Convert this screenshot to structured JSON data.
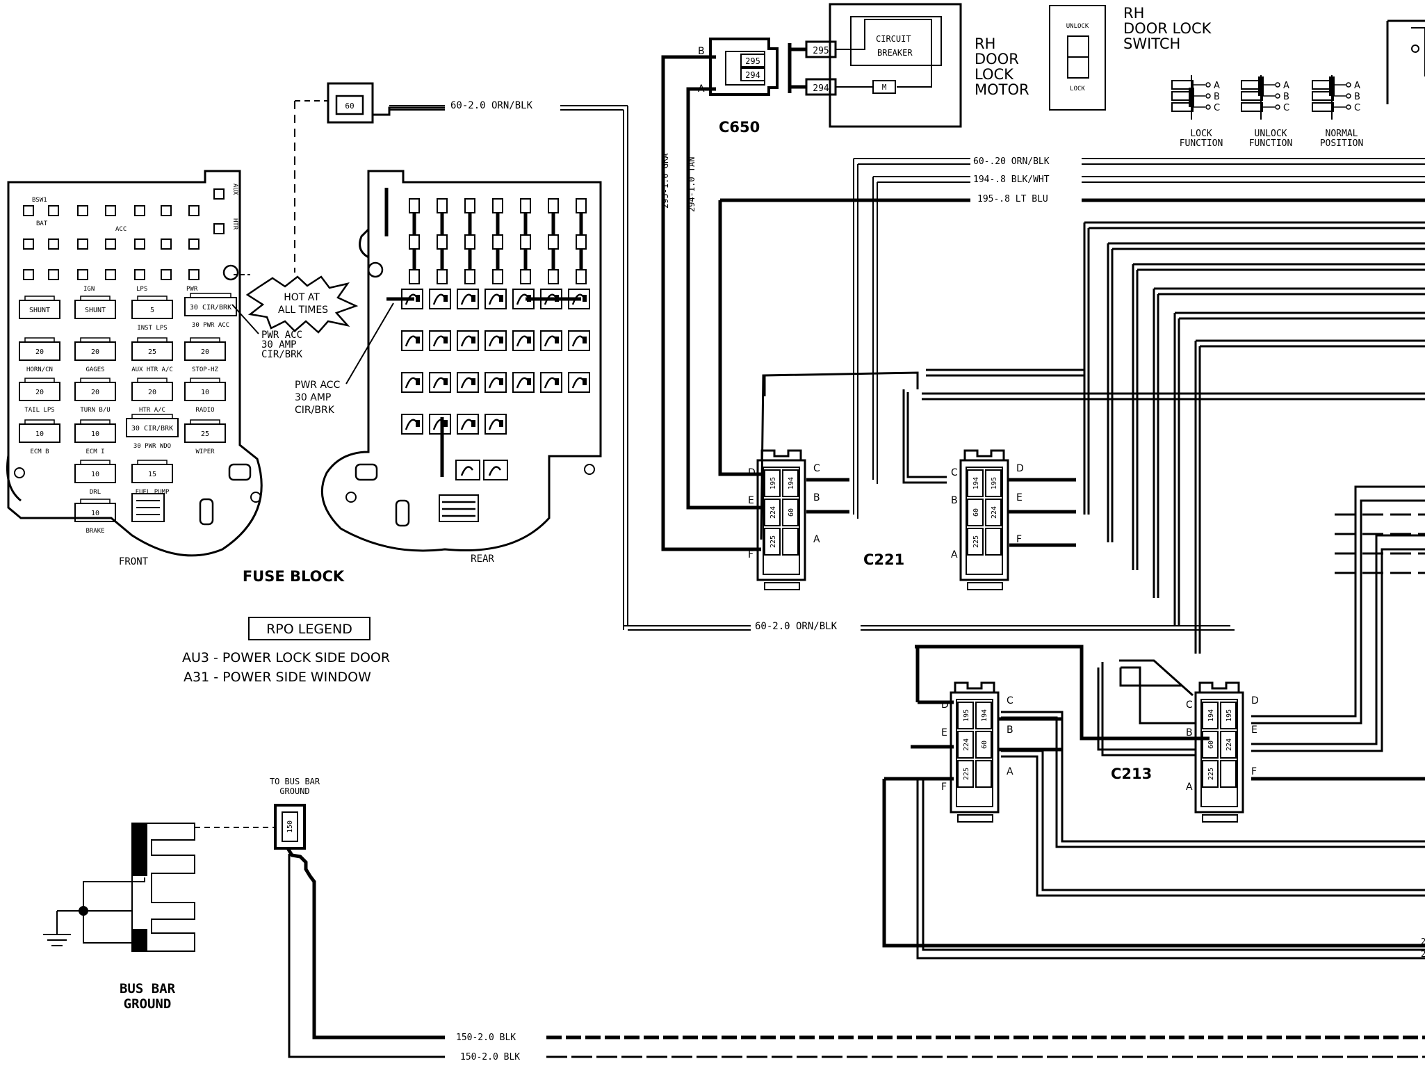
{
  "fuse_block": {
    "title": "FUSE BLOCK",
    "front_label": "FRONT",
    "rear_label": "REAR",
    "hot_callout": [
      "HOT AT",
      "ALL TIMES"
    ],
    "pwr_acc_callout": [
      "PWR ACC",
      "30 AMP",
      "CIR/BRK"
    ],
    "pwr_acc_callout_rear": [
      "PWR ACC",
      "30 AMP",
      "CIR/BRK"
    ],
    "small_labels": [
      "BSW1",
      "BAT",
      "IGN",
      "LPS",
      "PWR",
      "AUX",
      "HTR",
      "ACC"
    ],
    "fuses": [
      {
        "value": "SHUNT",
        "label": ""
      },
      {
        "value": "SHUNT",
        "label": ""
      },
      {
        "value": "5",
        "label": "INST LPS"
      },
      {
        "value": "30 CIR/BRK",
        "label": "30 PWR ACC"
      },
      {
        "value": "20",
        "label": "HORN/CN"
      },
      {
        "value": "20",
        "label": "GAGES"
      },
      {
        "value": "25",
        "label": "AUX HTR A/C"
      },
      {
        "value": "20",
        "label": "STOP-HZ"
      },
      {
        "value": "20",
        "label": "TAIL LPS"
      },
      {
        "value": "20",
        "label": "TURN B/U"
      },
      {
        "value": "20",
        "label": "HTR A/C"
      },
      {
        "value": "10",
        "label": "RADIO"
      },
      {
        "value": "10",
        "label": "ECM B"
      },
      {
        "value": "10",
        "label": "ECM I"
      },
      {
        "value": "30 CIR/BRK",
        "label": "30 PWR WDO"
      },
      {
        "value": "25",
        "label": "WIPER"
      },
      {
        "value": "10",
        "label": "DRL"
      },
      {
        "value": "15",
        "label": "FUEL PUMP"
      },
      {
        "value": "10",
        "label": "BRAKE"
      }
    ]
  },
  "rpo_legend": {
    "title": "RPO LEGEND",
    "items": [
      "AU3 - POWER LOCK SIDE DOOR",
      "A31 - POWER SIDE WINDOW"
    ]
  },
  "bus_bar": {
    "label": [
      "BUS BAR",
      "GROUND"
    ],
    "to_label": [
      "TO BUS BAR",
      "GROUND"
    ],
    "connector_pin": "150"
  },
  "wires": {
    "top_feed": "60-2.0 ORN/BLK",
    "bottom_feed": "60-2.0 ORN/BLK",
    "ground_1": "150-2.0 BLK",
    "ground_2": "150-2.0 BLK",
    "c650_wire_1": "295-1.0 GRA",
    "c650_wire_2": "294-1.0 TAN",
    "bus_1": "60-.20 ORN/BLK",
    "bus_2": "194-.8 BLK/WHT",
    "bus_3": "195-.8 LT BLU"
  },
  "top_connector_pin": "60",
  "c650": {
    "name": "C650",
    "pins": [
      "295",
      "294"
    ],
    "pin_letters": [
      "B",
      "A"
    ]
  },
  "circuit_breaker": {
    "label": [
      "CIRCUIT",
      "BREAKER"
    ],
    "pins": [
      "295",
      "294"
    ],
    "motor_symbol": "M"
  },
  "rh_door_lock_motor": [
    "RH",
    "DOOR",
    "LOCK",
    "MOTOR"
  ],
  "rh_door_lock_switch": {
    "title": [
      "RH",
      "DOOR LOCK",
      "SWITCH"
    ],
    "unlock": "UNLOCK",
    "lock": "LOCK",
    "functions": [
      {
        "label": [
          "LOCK",
          "FUNCTION"
        ]
      },
      {
        "label": [
          "UNLOCK",
          "FUNCTION"
        ]
      },
      {
        "label": [
          "NORMAL",
          "POSITION"
        ]
      }
    ],
    "pin_letters": [
      "A",
      "B",
      "C"
    ]
  },
  "connectors": [
    {
      "id": "left",
      "name": "",
      "pins": [
        "195",
        "194",
        "224",
        "60",
        "225"
      ],
      "letters": [
        "D",
        "C",
        "E",
        "B",
        "F",
        "A"
      ]
    },
    {
      "id": "c221",
      "name": "C221",
      "pins": [
        "194",
        "195",
        "60",
        "224",
        "225"
      ],
      "letters": [
        "C",
        "D",
        "B",
        "E",
        "A",
        "F"
      ]
    },
    {
      "id": "lower",
      "name": "",
      "pins": [
        "195",
        "194",
        "224",
        "60",
        "225"
      ],
      "letters": [
        "D",
        "C",
        "E",
        "B",
        "F",
        "A"
      ]
    },
    {
      "id": "c213",
      "name": "C213",
      "pins": [
        "194",
        "195",
        "60",
        "224",
        "225"
      ],
      "letters": [
        "C",
        "D",
        "B",
        "E",
        "A",
        "F"
      ]
    }
  ],
  "edge_marks": [
    "2",
    "2"
  ]
}
